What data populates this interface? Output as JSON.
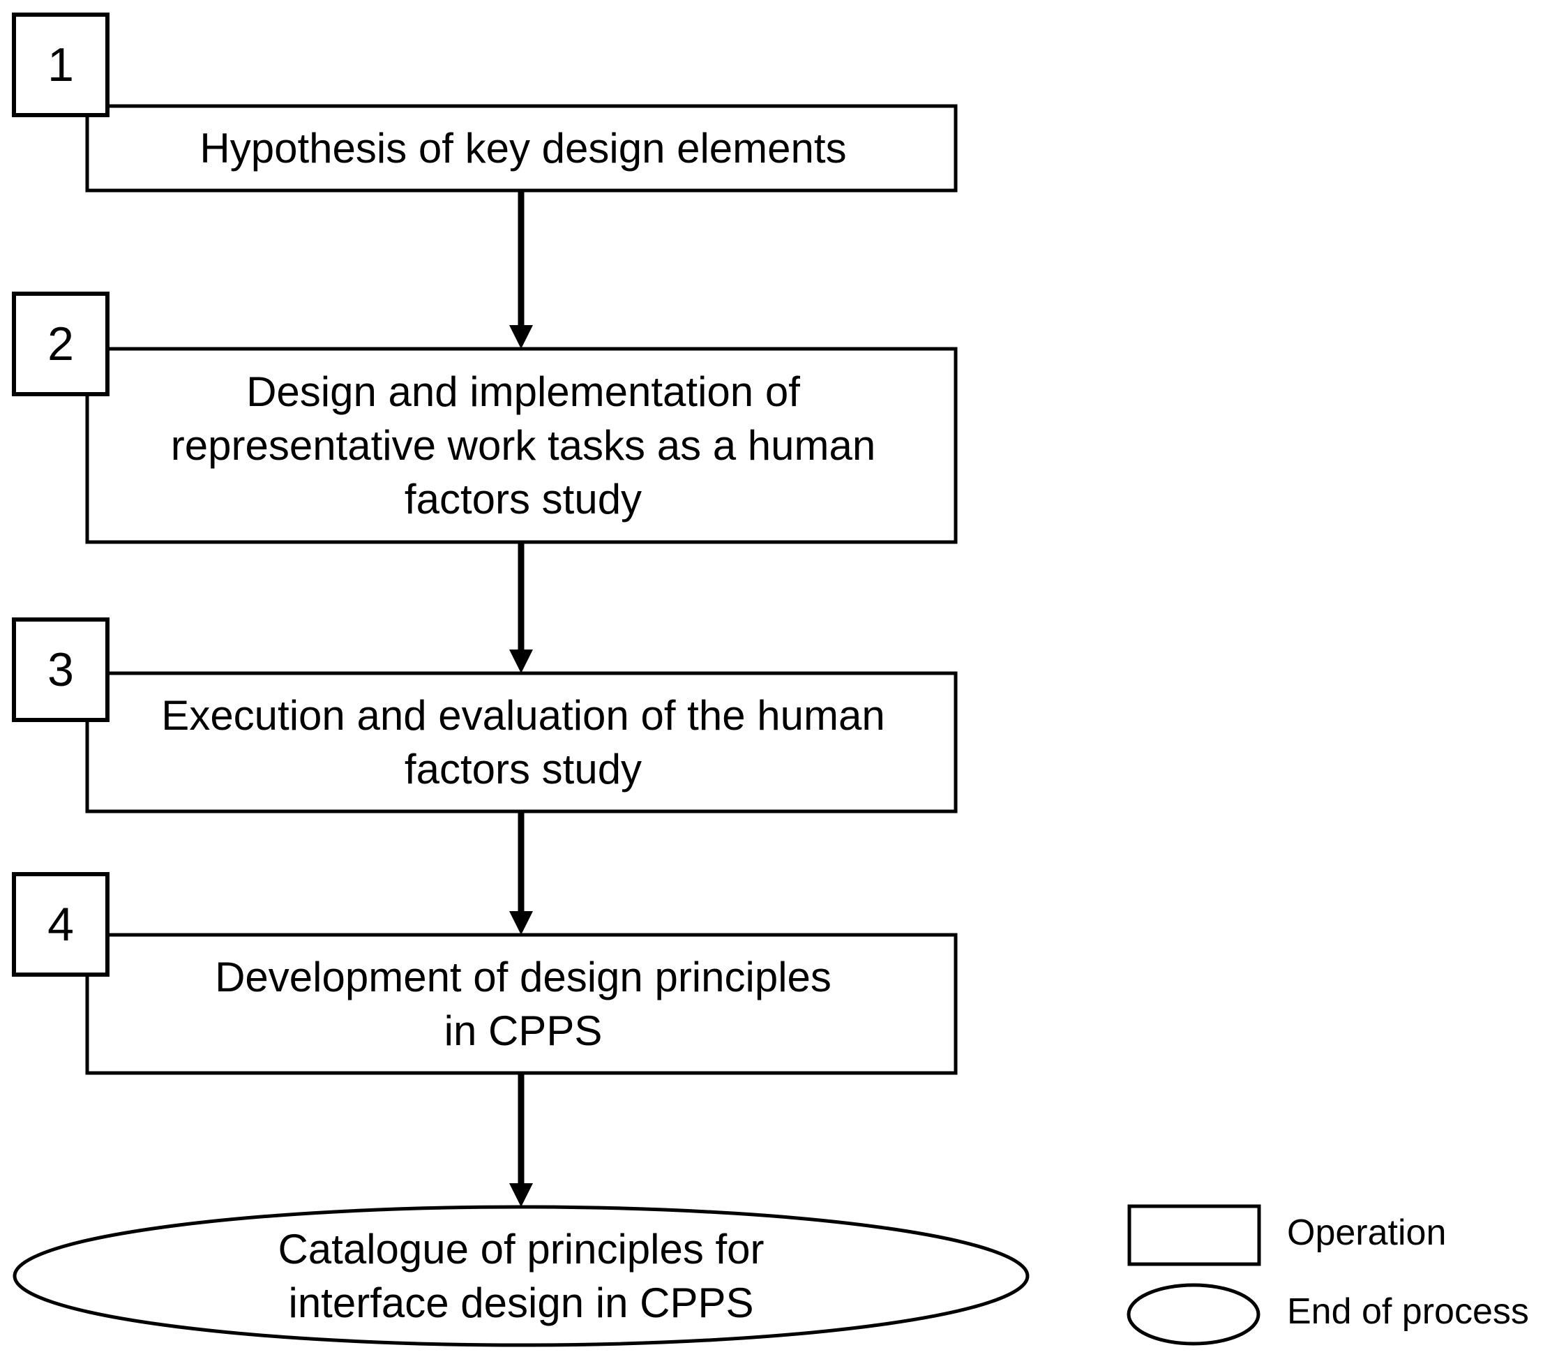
{
  "steps": [
    {
      "number": "1",
      "text": "Hypothesis of key design elements"
    },
    {
      "number": "2",
      "text": "Design and implementation of\nrepresentative work tasks as a human\nfactors study"
    },
    {
      "number": "3",
      "text": "Execution and evaluation of the human\nfactors study"
    },
    {
      "number": "4",
      "text": "Development of design principles\nin CPPS"
    }
  ],
  "end": {
    "text": "Catalogue of principles for\ninterface design in CPPS"
  },
  "legend": {
    "operation": "Operation",
    "end_of_process": "End of process"
  },
  "colors": {
    "stroke": "#000000",
    "fill": "#ffffff"
  }
}
